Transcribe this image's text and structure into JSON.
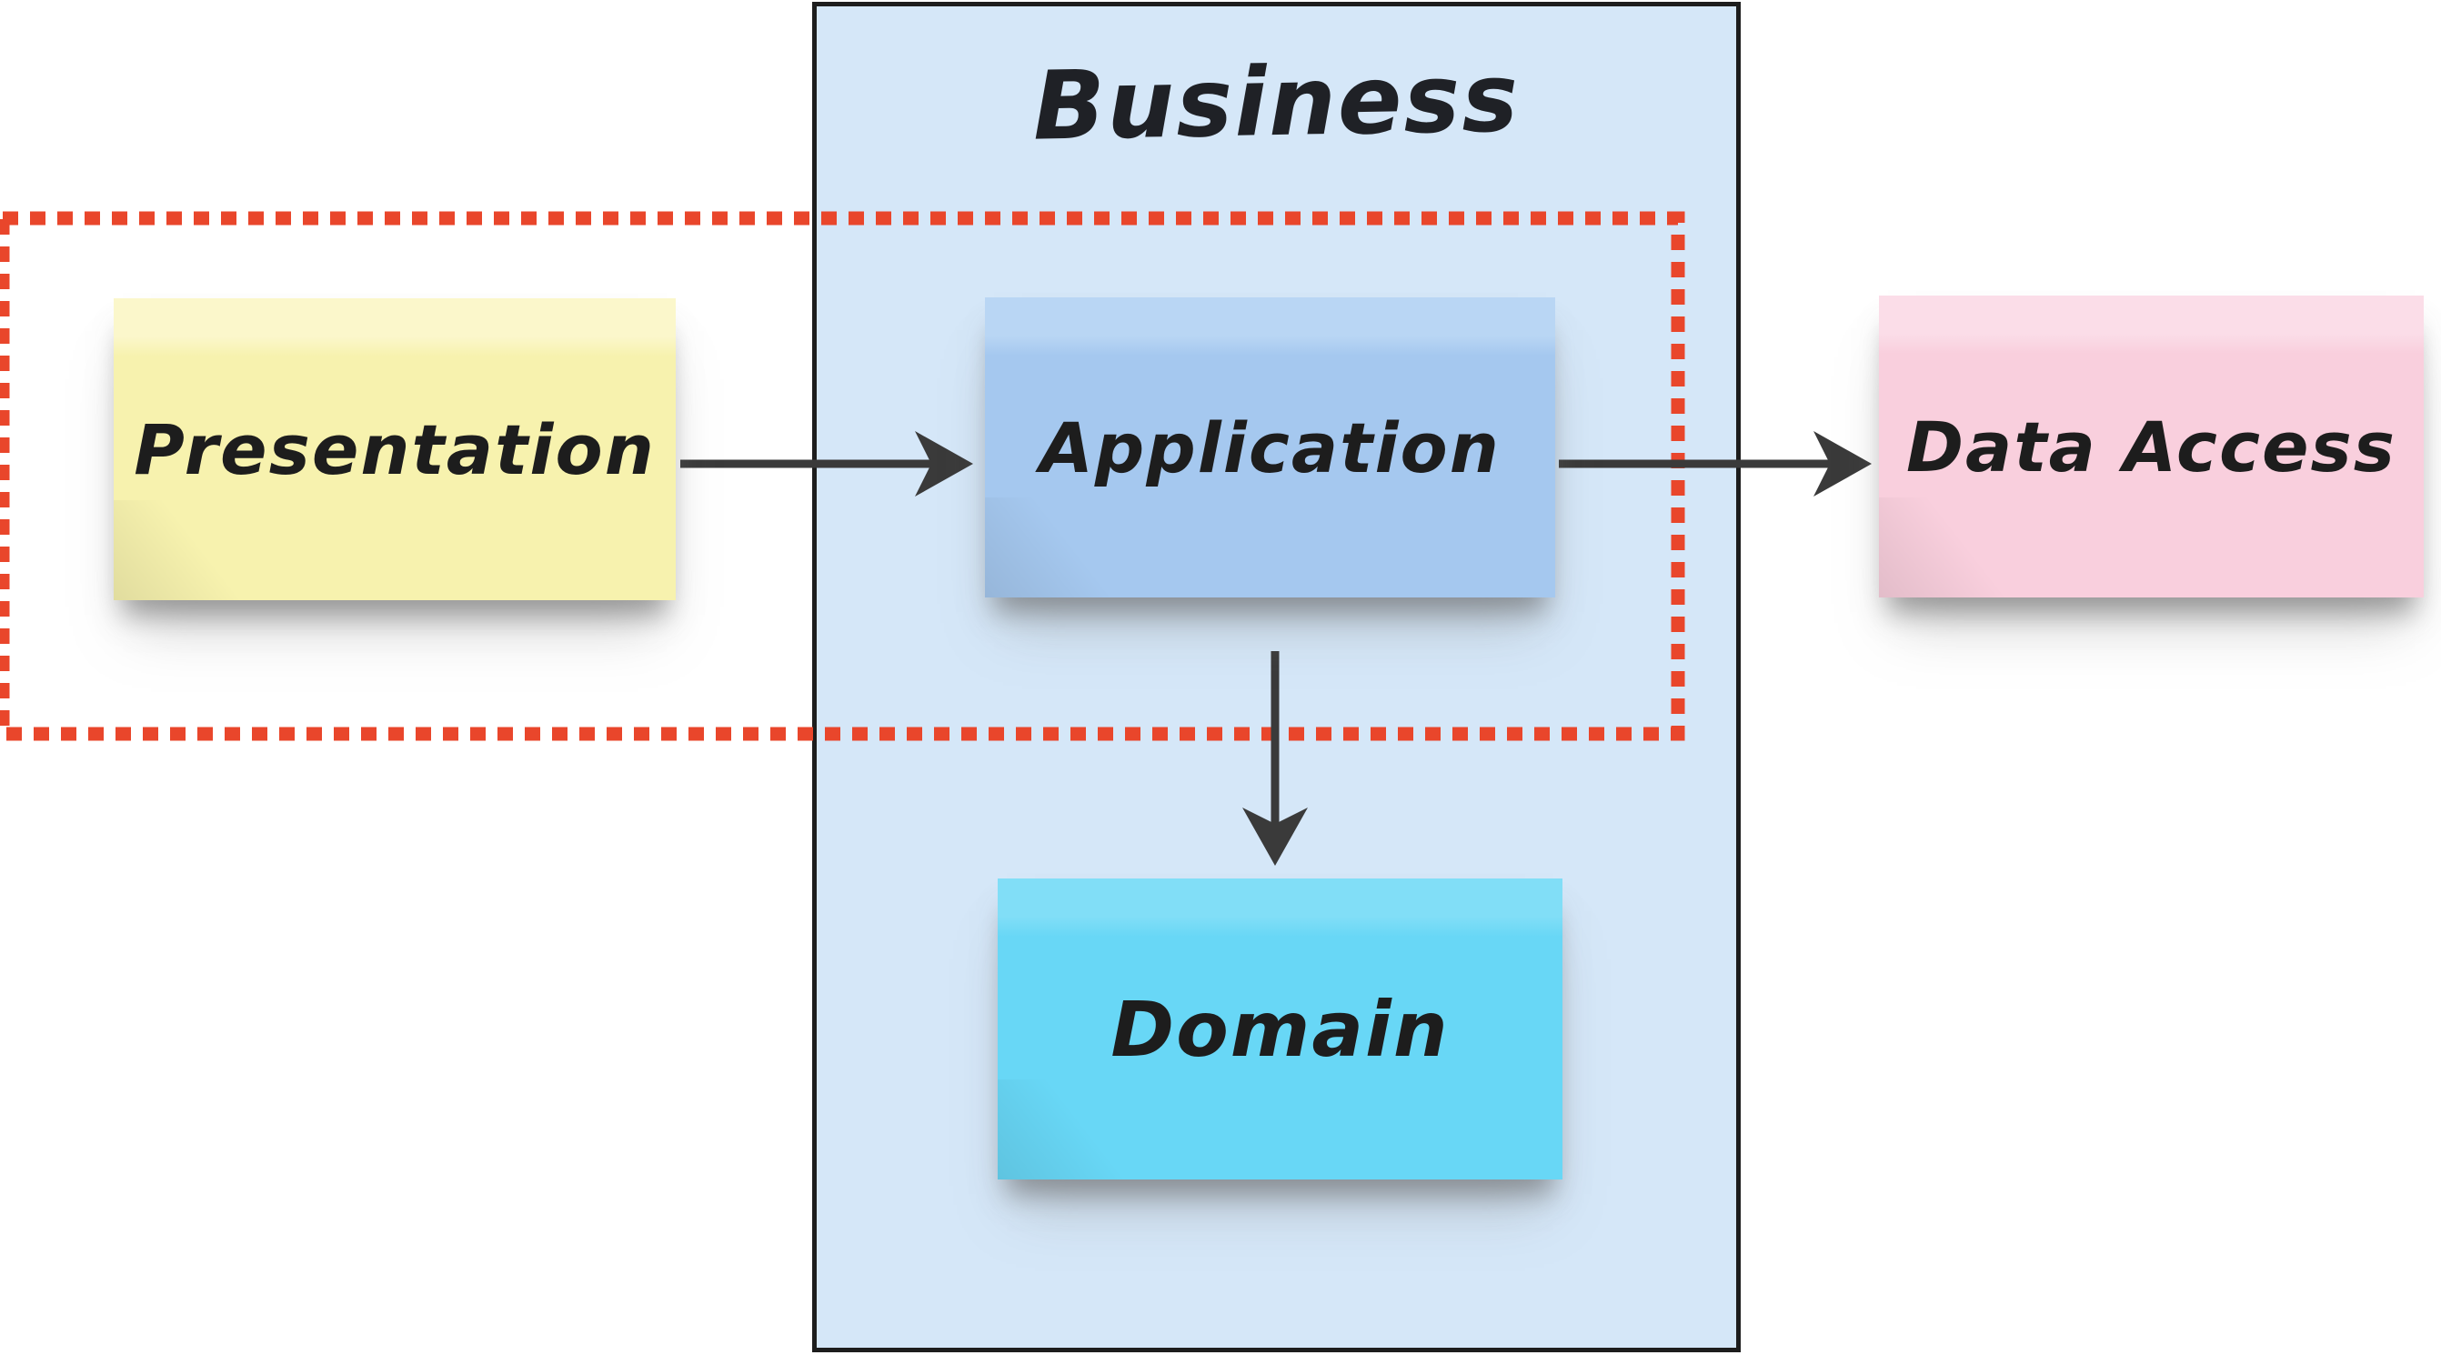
{
  "diagram": {
    "container": {
      "label": "Business",
      "fill": "#d5e7f8",
      "border_color": "#1d1d1d"
    },
    "notes": [
      {
        "id": "presentation",
        "label": "Presentation",
        "color": "#f7f2ae",
        "color_light": "#fbf7cb"
      },
      {
        "id": "application",
        "label": "Application",
        "color": "#a5c8ef",
        "color_light": "#b9d6f4"
      },
      {
        "id": "domain",
        "label": "Domain",
        "color": "#68d7f6",
        "color_light": "#81def7"
      },
      {
        "id": "data_access",
        "label": "Data Access",
        "color": "#f9cfdd",
        "color_light": "#fbdde8"
      }
    ],
    "highlight_region": {
      "style": "dashed",
      "color": "#e9462b",
      "encloses": [
        "presentation",
        "application"
      ]
    },
    "arrows": {
      "color": "#3a3a3a",
      "items": [
        {
          "from": "presentation",
          "to": "application",
          "direction": "right"
        },
        {
          "from": "application",
          "to": "data_access",
          "direction": "right"
        },
        {
          "from": "application",
          "to": "domain",
          "direction": "down"
        }
      ]
    }
  }
}
